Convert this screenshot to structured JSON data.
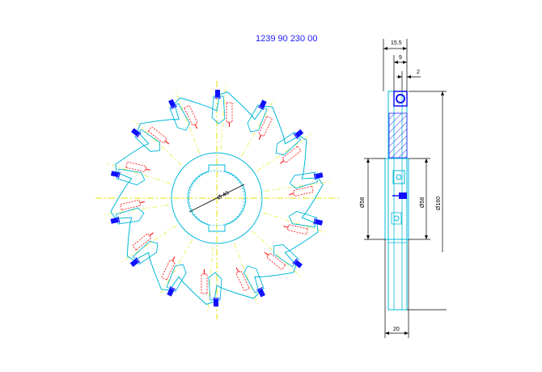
{
  "drawing": {
    "part_number": "1239 90 230 00",
    "colors": {
      "outline": "#00b8d8",
      "centerline": "#e6e600",
      "insert": "#1010ff",
      "screw": "#ff2020",
      "hatch": "#2020ff",
      "dimension": "#000000"
    },
    "front_view": {
      "bore_label": "Ø 40",
      "insert_count": 14
    },
    "side_view": {
      "dimensions": {
        "top_width": "15.5",
        "inner_width": "9",
        "offset": "2",
        "hub_diameter_left": "Ø58",
        "hub_diameter_right": "Ø58",
        "outer_diameter": "Ø160",
        "hub_width": "20"
      }
    }
  }
}
